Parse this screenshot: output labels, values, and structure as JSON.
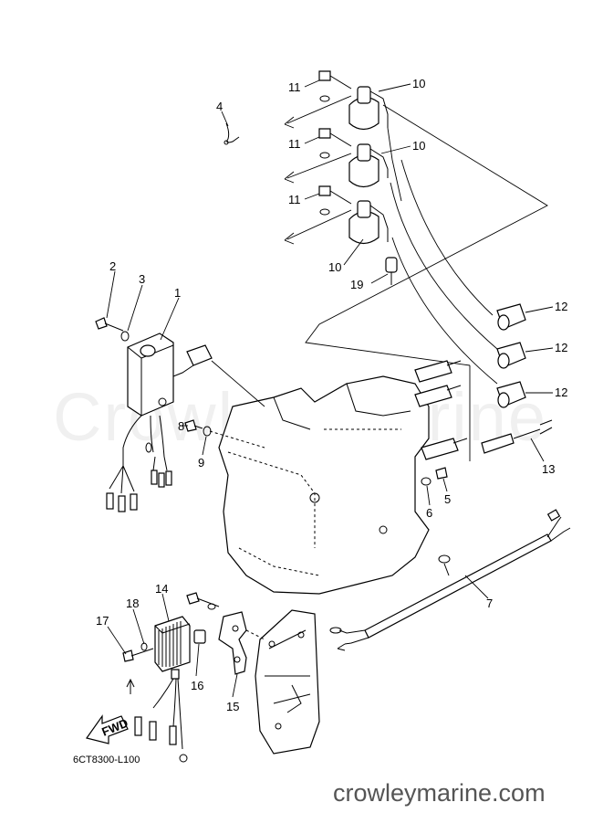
{
  "watermark": "Crowley Marine",
  "diagram_code": "6CT8300-L100",
  "site_label": "crowleymarine.com",
  "fwd_label": "FWD",
  "callouts": {
    "c1": "1",
    "c2": "2",
    "c3": "3",
    "c4": "4",
    "c5": "5",
    "c6": "6",
    "c7": "7",
    "c8": "8",
    "c9": "9",
    "c10a": "10",
    "c10b": "10",
    "c10c": "10",
    "c11a": "11",
    "c11b": "11",
    "c11c": "11",
    "c12a": "12",
    "c12b": "12",
    "c12c": "12",
    "c13": "13",
    "c14": "14",
    "c15": "15",
    "c16": "16",
    "c17": "17",
    "c18": "18",
    "c19": "19"
  },
  "colors": {
    "line": "#000000",
    "watermark": "#0000000f",
    "site_text": "#555555"
  }
}
